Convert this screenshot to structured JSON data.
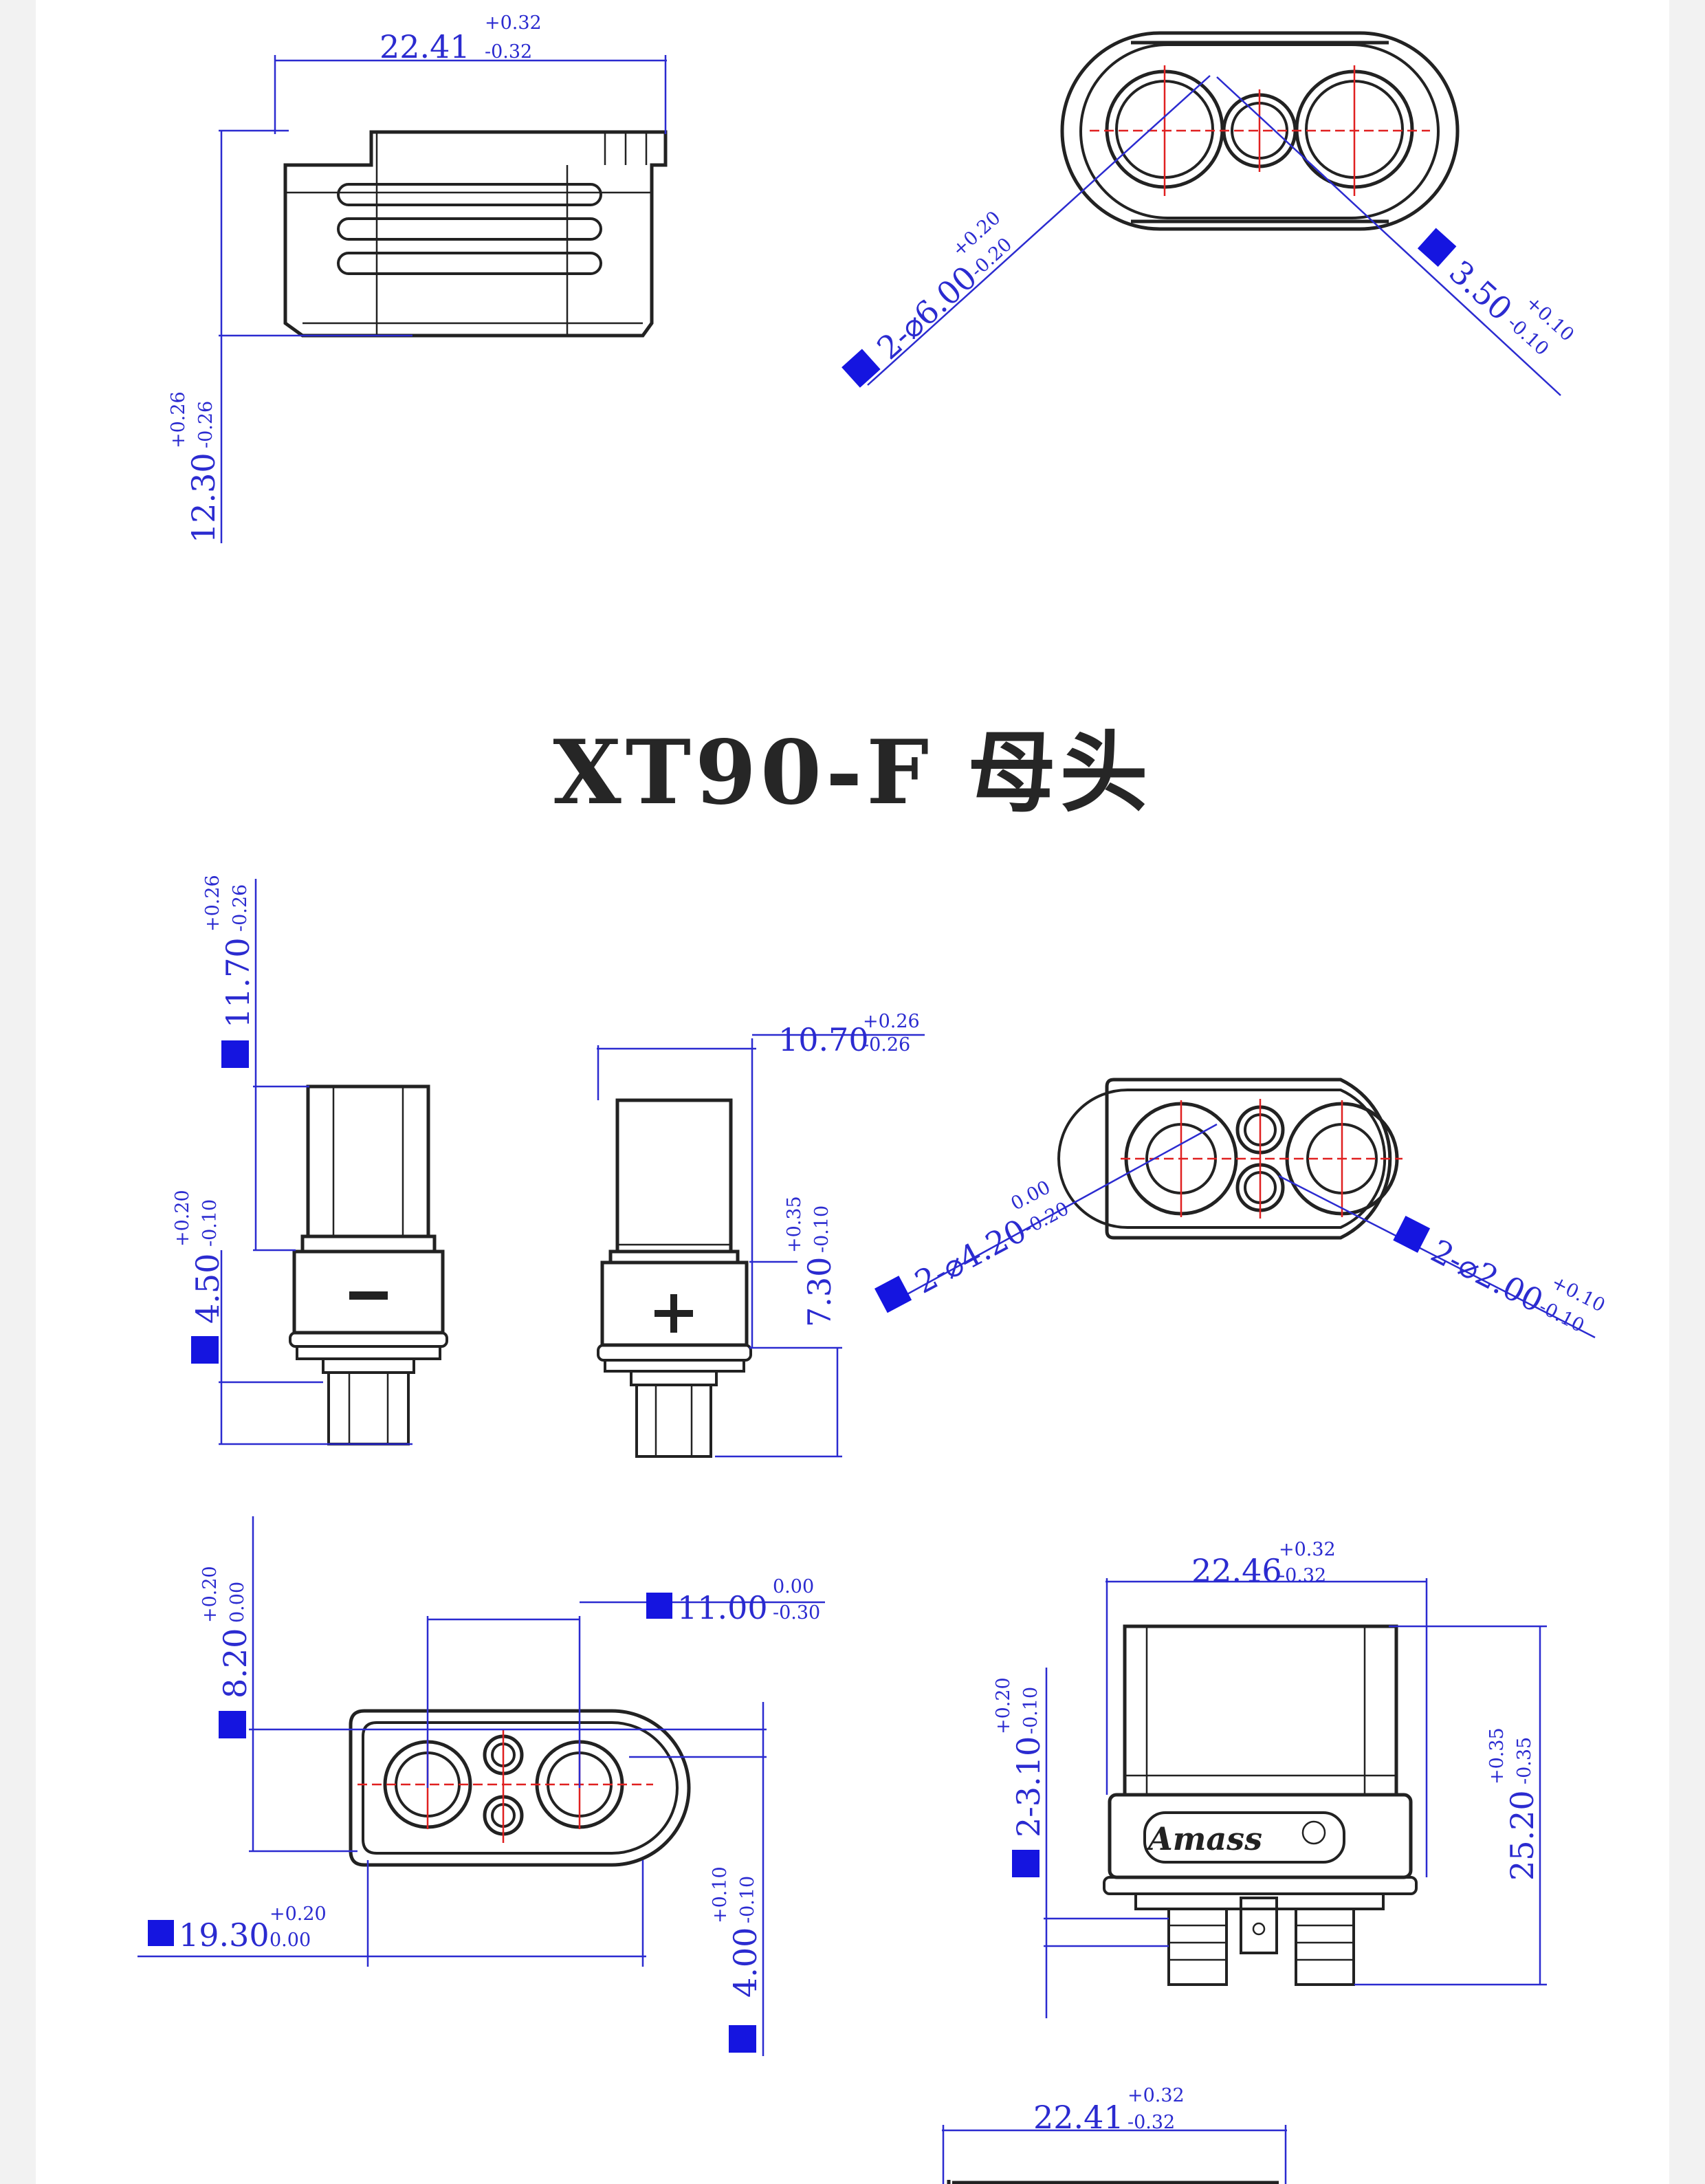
{
  "title": "XT90-F 母头",
  "brand": "Amass",
  "dimensions": {
    "top_width": {
      "value": "22.41",
      "plus": "+0.32",
      "minus": "-0.32"
    },
    "top_height": {
      "value": "12.30",
      "plus": "+0.26",
      "minus": "-0.26"
    },
    "top_pin_dia": {
      "value": "2-⌀6.00",
      "plus": "+0.20",
      "minus": "-0.20"
    },
    "top_hole": {
      "value": "3.50",
      "plus": "+0.10",
      "minus": "-0.10"
    },
    "body_height": {
      "value": "11.70",
      "plus": "+0.26",
      "minus": "-0.26"
    },
    "flange_height": {
      "value": "4.50",
      "plus": "+0.20",
      "minus": "-0.10"
    },
    "side_width": {
      "value": "10.70",
      "plus": "+0.26",
      "minus": "-0.26"
    },
    "lower_height": {
      "value": "7.30",
      "plus": "+0.35",
      "minus": "-0.10"
    },
    "front_pin_dia": {
      "value": "2-⌀4.20",
      "plus": "0.00",
      "minus": "-0.20"
    },
    "front_small_dia": {
      "value": "2-⌀2.00",
      "plus": "+0.10",
      "minus": "-0.10"
    },
    "bottom_height": {
      "value": "8.20",
      "plus": "+0.20",
      "minus": "0.00"
    },
    "pin_pitch": {
      "value": "11.00",
      "plus": "0.00",
      "minus": "-0.30"
    },
    "bottom_length": {
      "value": "19.30",
      "plus": "+0.20",
      "minus": "0.00"
    },
    "bottom_offset": {
      "value": "4.00",
      "plus": "+0.10",
      "minus": "-0.10"
    },
    "body_width": {
      "value": "22.46",
      "plus": "+0.32",
      "minus": "-0.32"
    },
    "pin_width": {
      "value": "2-3.10",
      "plus": "+0.20",
      "minus": "-0.10"
    },
    "total_height": {
      "value": "25.20",
      "plus": "+0.35",
      "minus": "-0.35"
    },
    "next_width": {
      "value": "22.41",
      "plus": "+0.32",
      "minus": "-0.32"
    }
  },
  "polarity": {
    "negative": "−",
    "positive": "+"
  }
}
